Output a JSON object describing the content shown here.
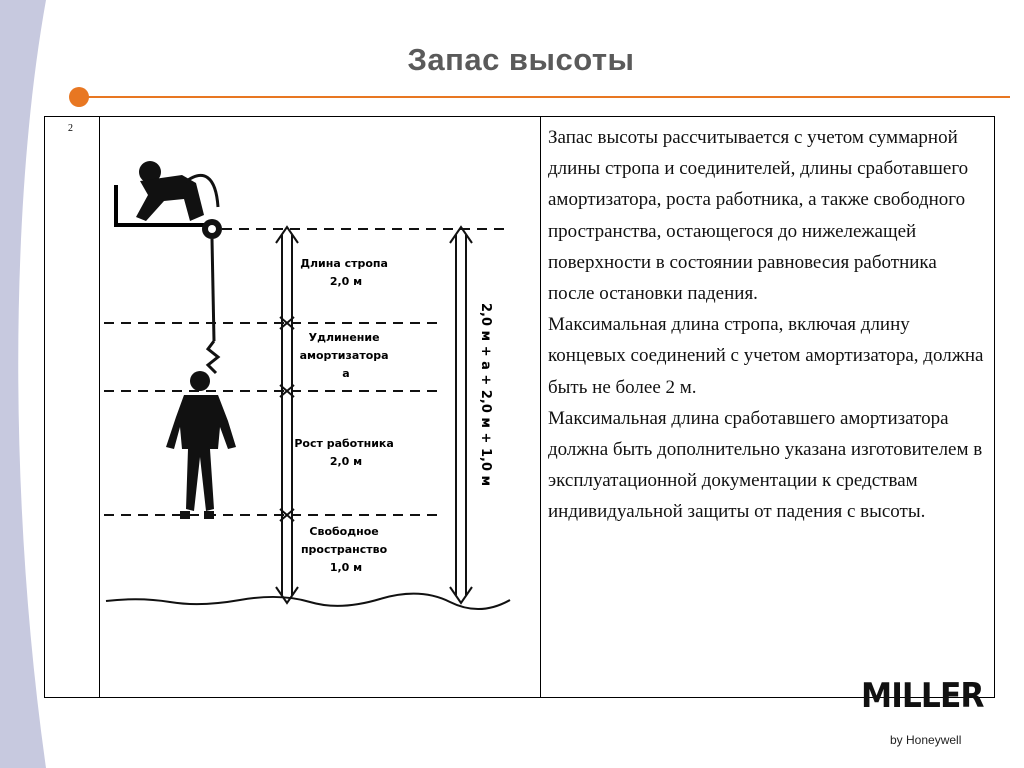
{
  "slide": {
    "title": "Запас высоты",
    "row_number": "2",
    "accent_color": "#e87722"
  },
  "diagram": {
    "labels": {
      "lanyard": [
        "Длина стропа",
        "2,0 м"
      ],
      "absorber": [
        "Удлинение",
        "амортизатора",
        "а"
      ],
      "worker_height": [
        "Рост работника",
        "2,0 м"
      ],
      "free_space": [
        "Свободное",
        "пространство",
        "1,0 м"
      ]
    },
    "total_label": "2,0 м + а + 2,0 м + 1,0 м"
  },
  "text": {
    "paragraphs": [
      "Запас высоты рассчитывается с учетом суммарной длины стропа и соединителей, длины сработавшего амортизатора, роста работника, а также свободного пространства, остающегося до нижележащей поверхности в состоянии равновесия работника после остановки падения.",
      "Максимальная длина стропа, включая длину концевых соединений с учетом амортизатора, должна быть не более 2 м.",
      "Максимальная длина сработавшего амортизатора должна быть дополнительно указана изготовителем в эксплуатационной документации к средствам индивидуальной защиты от падения с высоты."
    ]
  },
  "logo": {
    "brand": "MILLER",
    "byline": "by Honeywell"
  }
}
